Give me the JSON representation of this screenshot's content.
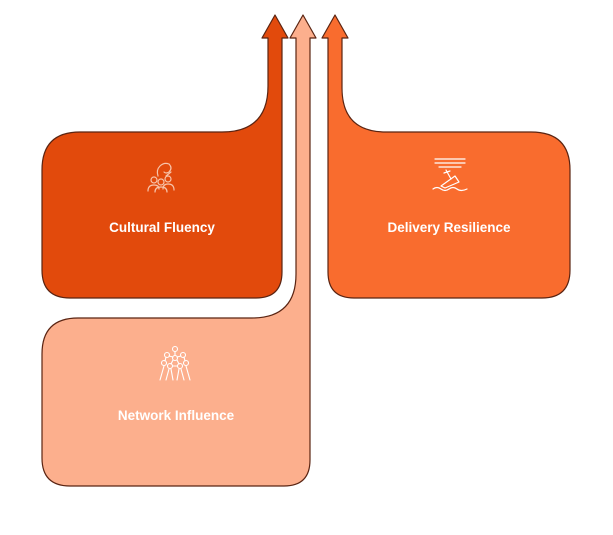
{
  "diagram": {
    "cards": [
      {
        "label": "Cultural Fluency",
        "icon": "people-group-icon",
        "color": "#e24a0c"
      },
      {
        "label": "Delivery Resilience",
        "icon": "sinking-ship-icon",
        "color": "#f96c2e"
      },
      {
        "label": "Network Influence",
        "icon": "network-structure-icon",
        "color": "#fcaf8d"
      }
    ],
    "colors": {
      "outline": "#5a2412",
      "icon_stroke_dark": "#f7c4ab",
      "icon_stroke_light": "#ffffff"
    }
  }
}
